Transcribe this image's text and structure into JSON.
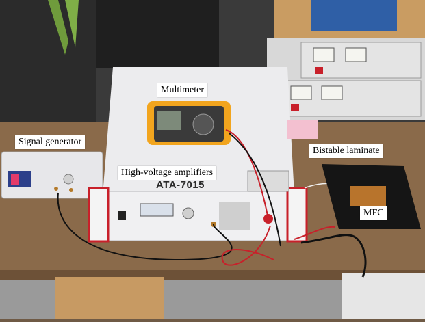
{
  "labels": {
    "multimeter": "Multimeter",
    "signal_generator": "Signal generator",
    "high_voltage_amplifiers": "High-voltage amplifiers",
    "bistable_laminate": "Bistable laminate",
    "mfc": "MFC"
  },
  "device_text": {
    "amplifier_model": "ATA-7015"
  },
  "colors": {
    "desk": "#8a6a4a",
    "amplifier_body": "#e9e9ea",
    "multimeter_case": "#f2a51e",
    "laminate": "#1a1a1a",
    "mfc_patch": "#b8742c",
    "red_accent": "#c8202a"
  }
}
